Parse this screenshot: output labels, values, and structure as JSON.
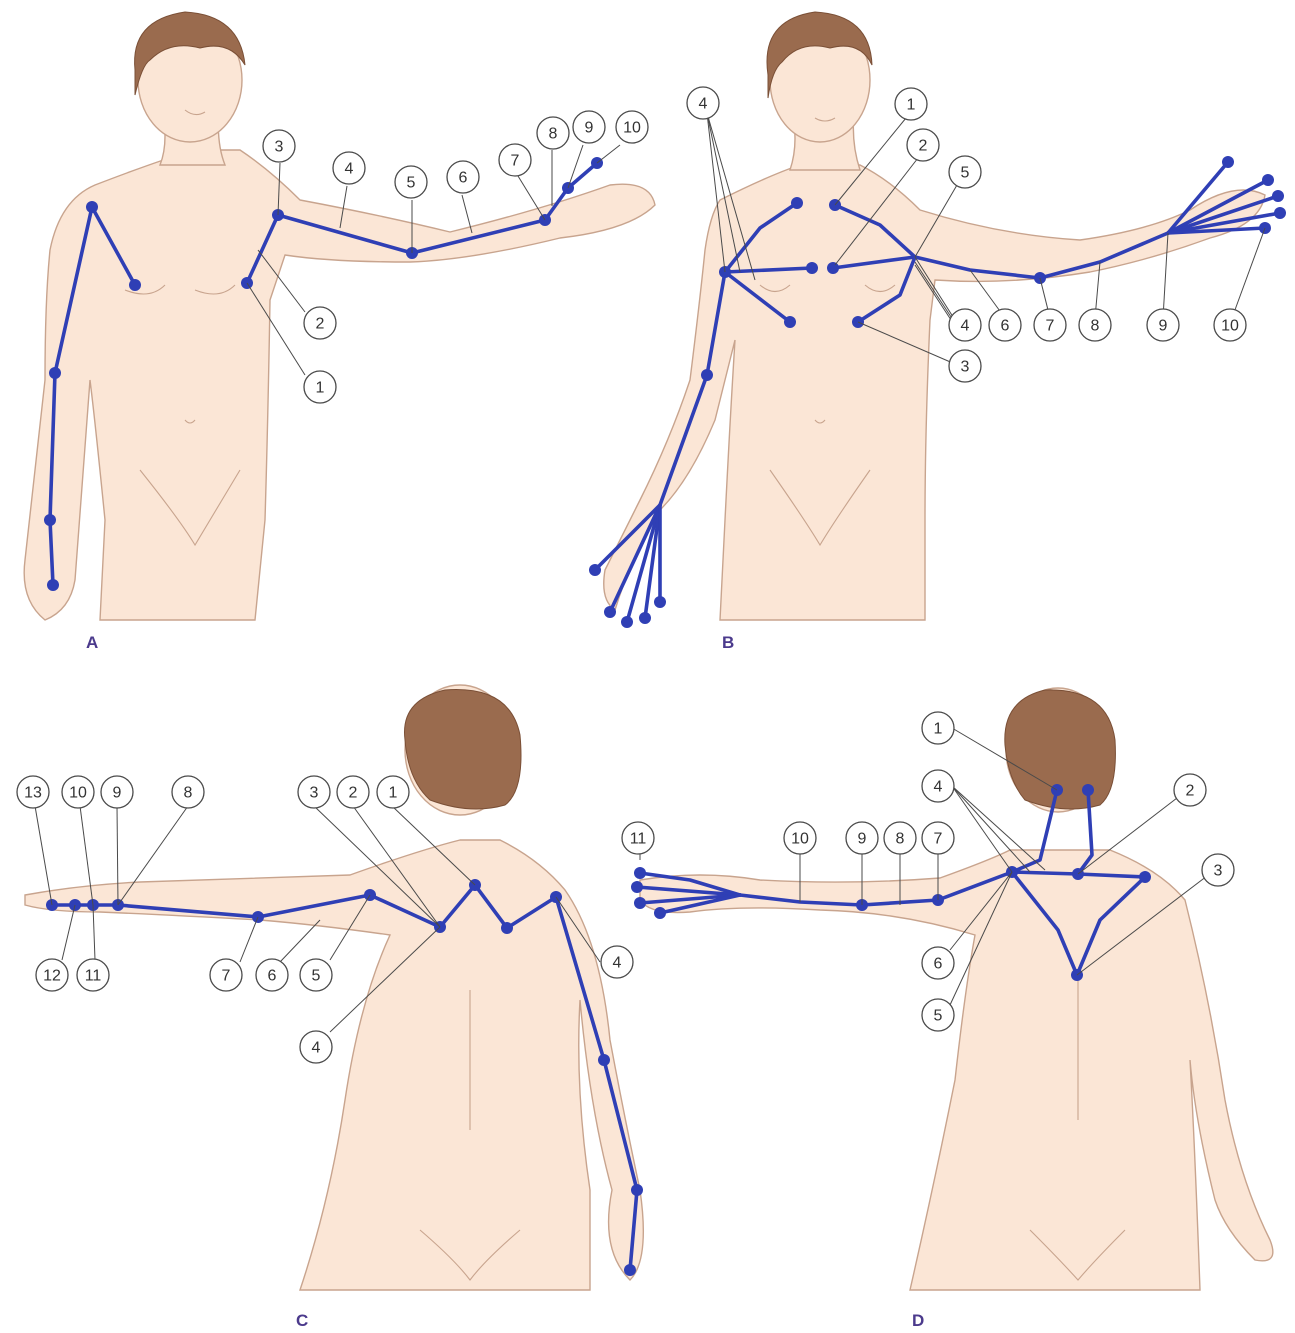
{
  "colors": {
    "route": "#2f3fb5",
    "skin": "#fbe6d6",
    "skin_outline": "#c8a48e",
    "hair": "#9a6b4e",
    "panel_letter": "#4b3a8c"
  },
  "panels": {
    "A": {
      "letter": "A",
      "callouts": [
        "1",
        "2",
        "3",
        "4",
        "5",
        "6",
        "7",
        "8",
        "9",
        "10"
      ]
    },
    "B": {
      "letter": "B",
      "callouts": [
        "1",
        "2",
        "3",
        "4",
        "4",
        "5",
        "6",
        "7",
        "8",
        "9",
        "10"
      ]
    },
    "C": {
      "letter": "C",
      "callouts": [
        "1",
        "2",
        "3",
        "4",
        "4",
        "5",
        "6",
        "7",
        "8",
        "9",
        "10",
        "11",
        "12",
        "13"
      ]
    },
    "D": {
      "letter": "D",
      "callouts": [
        "1",
        "2",
        "3",
        "4",
        "5",
        "6",
        "7",
        "8",
        "9",
        "10",
        "11"
      ]
    }
  }
}
